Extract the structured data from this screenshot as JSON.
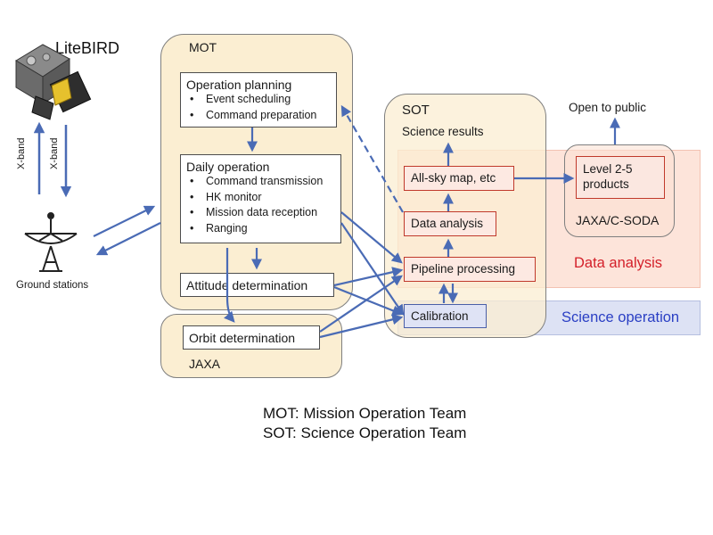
{
  "satellite": {
    "label": "LiteBIRD"
  },
  "ground": {
    "label": "Ground stations",
    "band_left": "X-band",
    "band_right": "X-band"
  },
  "mot": {
    "title": "MOT",
    "operation_planning": {
      "title": "Operation planning",
      "items": [
        "Event scheduling",
        "Command preparation"
      ]
    },
    "daily_operation": {
      "title": "Daily operation",
      "items": [
        "Command transmission",
        "HK monitor",
        "Mission data reception",
        "Ranging"
      ]
    },
    "attitude": "Attitude determination"
  },
  "jaxa": {
    "title": "JAXA",
    "orbit": "Orbit determination"
  },
  "sot": {
    "title": "SOT",
    "science_results": "Science results",
    "all_sky": "All-sky map, etc",
    "data_analysis": "Data analysis",
    "pipeline": "Pipeline processing",
    "calibration": "Calibration"
  },
  "csoda": {
    "title": "JAXA/C-SODA",
    "products": "Level 2-5 products",
    "open": "Open to public"
  },
  "regions": {
    "data_analysis": "Data analysis",
    "science_operation": "Science operation"
  },
  "legend": {
    "mot": "MOT: Mission Operation Team",
    "sot": "SOT: Science Operation Team"
  },
  "colors": {
    "arrow": "#4a6bb5",
    "red_label": "#d4202a",
    "blue_label": "#2a3fc4",
    "group_fill": "#fbeed2",
    "analysis_fill": "#fde0d4",
    "science_fill": "#dde2f4"
  }
}
